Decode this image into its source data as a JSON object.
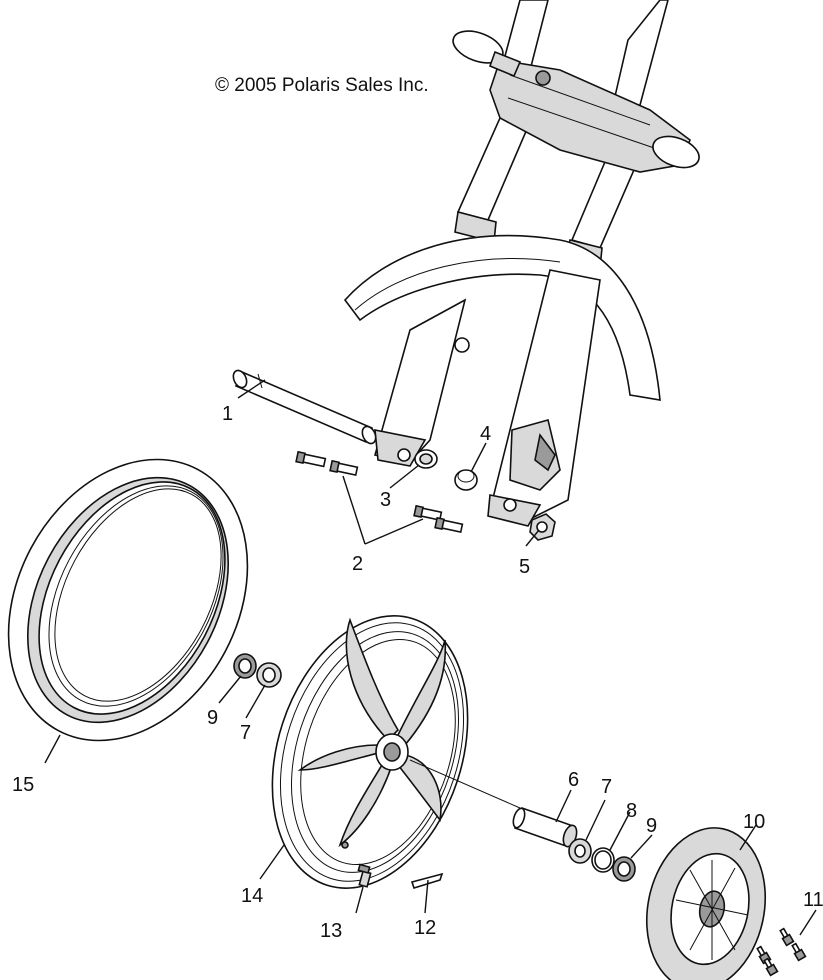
{
  "copyright": "© 2005 Polaris Sales Inc.",
  "callouts": [
    {
      "id": "1",
      "label": "1"
    },
    {
      "id": "2",
      "label": "2"
    },
    {
      "id": "3",
      "label": "3"
    },
    {
      "id": "4",
      "label": "4"
    },
    {
      "id": "5",
      "label": "5"
    },
    {
      "id": "6",
      "label": "6"
    },
    {
      "id": "7a",
      "label": "7"
    },
    {
      "id": "7b",
      "label": "7"
    },
    {
      "id": "8",
      "label": "8"
    },
    {
      "id": "9a",
      "label": "9"
    },
    {
      "id": "9b",
      "label": "9"
    },
    {
      "id": "10",
      "label": "10"
    },
    {
      "id": "11",
      "label": "11"
    },
    {
      "id": "12",
      "label": "12"
    },
    {
      "id": "13",
      "label": "13"
    },
    {
      "id": "14",
      "label": "14"
    },
    {
      "id": "15",
      "label": "15"
    }
  ],
  "colors": {
    "line": "#111111",
    "shade": "#d9d9d9",
    "dark": "#9a9a9a",
    "background": "#ffffff"
  }
}
